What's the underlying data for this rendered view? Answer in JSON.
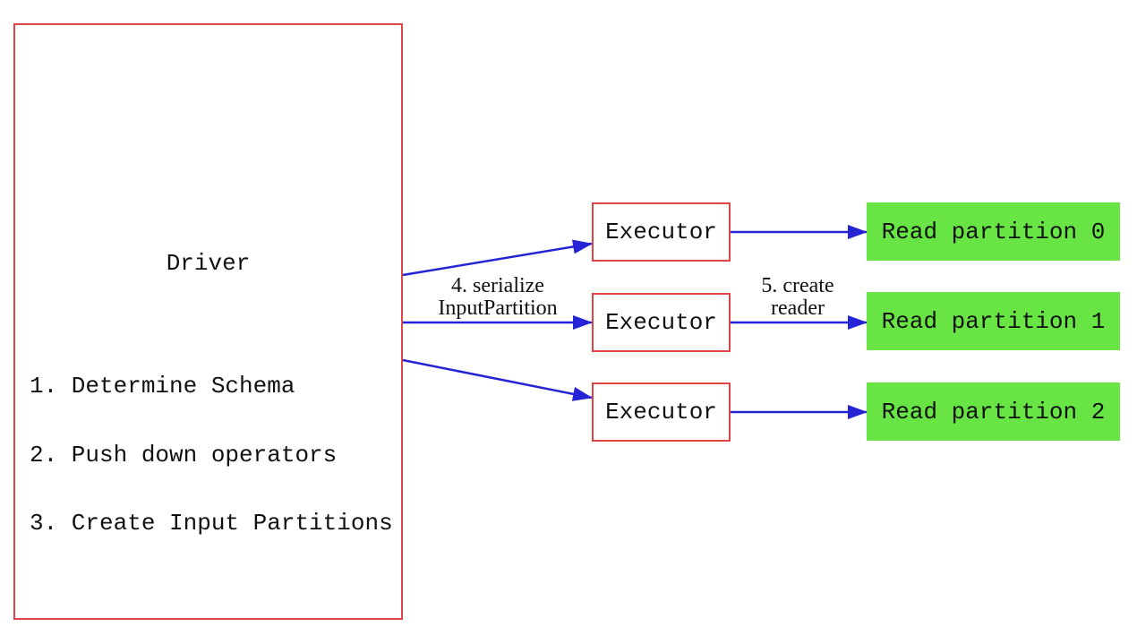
{
  "colors": {
    "box_border": "#e04545",
    "arrow": "#2424d4",
    "partition_fill": "#68e545",
    "text": "#111111",
    "background": "#ffffff"
  },
  "driver": {
    "title": "Driver",
    "steps": [
      "1. Determine Schema",
      "2. Push down operators",
      "3. Create Input Partitions"
    ]
  },
  "executors": [
    {
      "label": "Executor"
    },
    {
      "label": "Executor"
    },
    {
      "label": "Executor"
    }
  ],
  "partitions": [
    {
      "label": "Read partition 0"
    },
    {
      "label": "Read partition 1"
    },
    {
      "label": "Read partition 2"
    }
  ],
  "edge_labels": {
    "serialize": {
      "line1": "4. serialize",
      "line2": "InputPartition"
    },
    "create_reader": {
      "line1": "5. create",
      "line2": "reader"
    }
  }
}
